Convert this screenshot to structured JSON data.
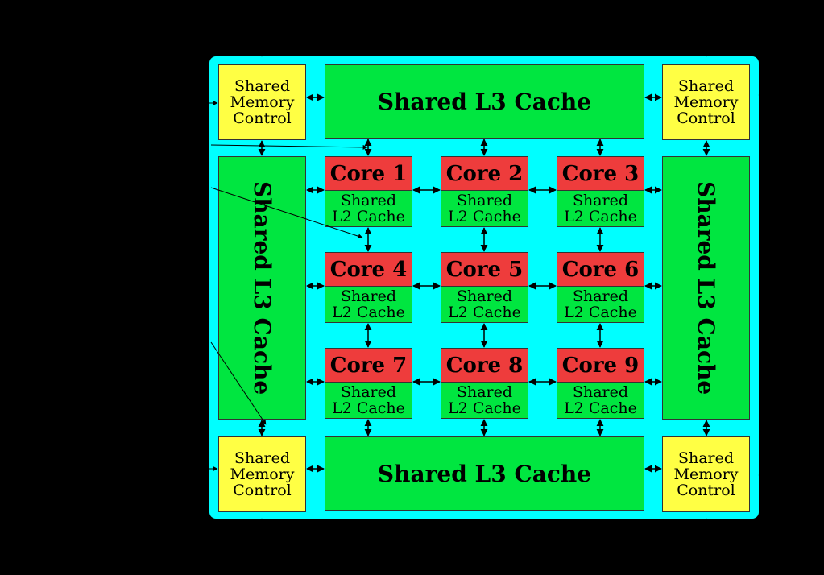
{
  "colors": {
    "background": "#000000",
    "chip": "#00ffff",
    "memory_control": "#ffff44",
    "l3_cache": "#00e640",
    "core": "#ee3c3c",
    "l2_cache": "#00e640",
    "arrows": "#000000"
  },
  "memory_controls": [
    {
      "id": "top-left",
      "label": "Shared\nMemory\nControl"
    },
    {
      "id": "top-right",
      "label": "Shared\nMemory\nControl"
    },
    {
      "id": "bottom-left",
      "label": "Shared\nMemory\nControl"
    },
    {
      "id": "bottom-right",
      "label": "Shared\nMemory\nControl"
    }
  ],
  "l3_caches": [
    {
      "id": "top",
      "label": "Shared L3 Cache",
      "orientation": "horizontal"
    },
    {
      "id": "bottom",
      "label": "Shared L3 Cache",
      "orientation": "horizontal"
    },
    {
      "id": "left",
      "label": "Shared L3 Cache",
      "orientation": "vertical"
    },
    {
      "id": "right",
      "label": "Shared L3 Cache",
      "orientation": "vertical"
    }
  ],
  "cores": [
    {
      "label": "Core 1",
      "l2": "Shared\nL2 Cache"
    },
    {
      "label": "Core 2",
      "l2": "Shared\nL2 Cache"
    },
    {
      "label": "Core 3",
      "l2": "Shared\nL2 Cache"
    },
    {
      "label": "Core 4",
      "l2": "Shared\nL2 Cache"
    },
    {
      "label": "Core 5",
      "l2": "Shared\nL2 Cache"
    },
    {
      "label": "Core 6",
      "l2": "Shared\nL2 Cache"
    },
    {
      "label": "Core 7",
      "l2": "Shared\nL2 Cache"
    },
    {
      "label": "Core 8",
      "l2": "Shared\nL2 Cache"
    },
    {
      "label": "Core 9",
      "l2": "Shared\nL2 Cache"
    }
  ]
}
